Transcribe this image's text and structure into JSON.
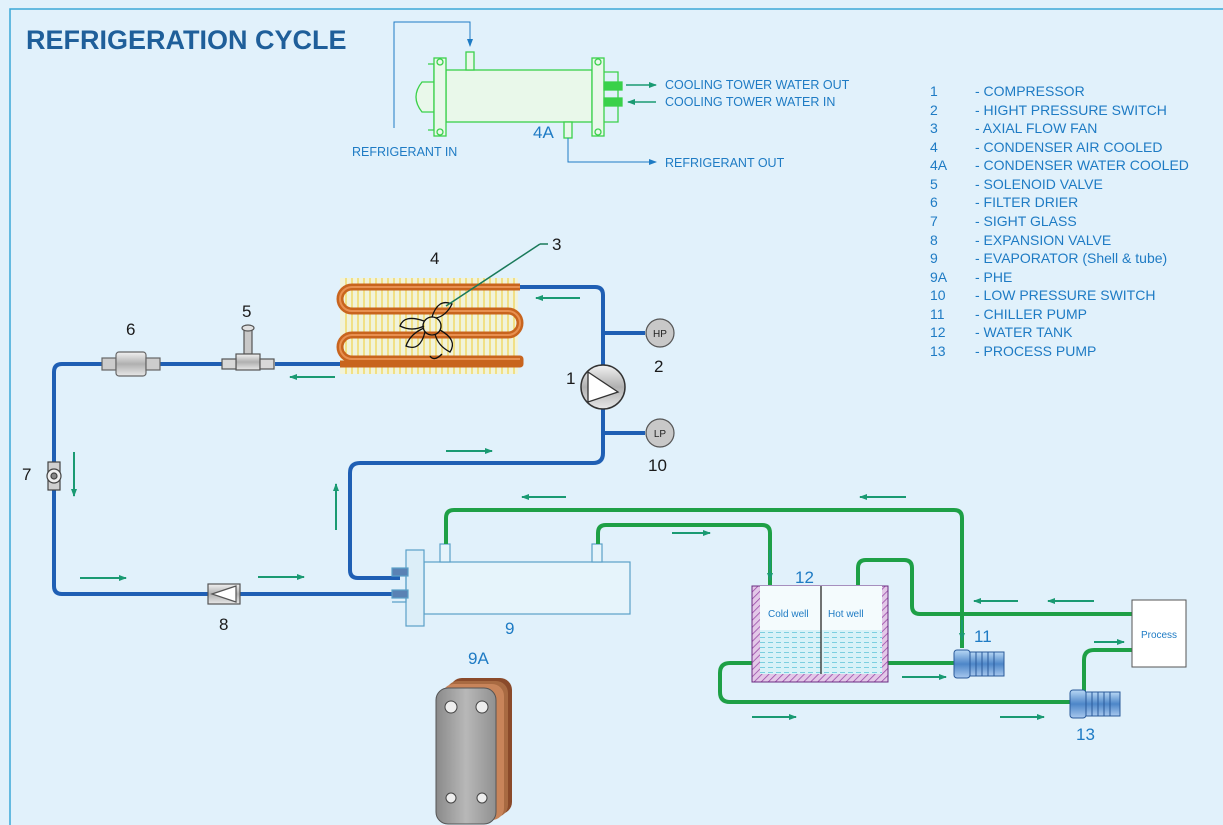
{
  "title": "REFRIGERATION CYCLE",
  "labels": {
    "refrigerant_in": "REFRIGERANT IN",
    "refrigerant_out": "REFRIGERANT OUT",
    "cooling_tower_water_out": "COOLING TOWER WATER OUT",
    "cooling_tower_water_in": "COOLING TOWER WATER IN",
    "cold_well": "Cold well",
    "hot_well": "Hot well",
    "process": "Process",
    "hp": "HP",
    "lp": "LP"
  },
  "numbers": {
    "n1": "1",
    "n2": "2",
    "n3": "3",
    "n4": "4",
    "n4a": "4A",
    "n5": "5",
    "n6": "6",
    "n7": "7",
    "n8": "8",
    "n9": "9",
    "n9a": "9A",
    "n10": "10",
    "n11": "11",
    "n12": "12",
    "n13": "13"
  },
  "legend": [
    {
      "num": "1",
      "text": "- COMPRESSOR"
    },
    {
      "num": "2",
      "text": "- HIGHT PRESSURE SWITCH"
    },
    {
      "num": "3",
      "text": "- AXIAL FLOW FAN"
    },
    {
      "num": "4",
      "text": "- CONDENSER AIR COOLED"
    },
    {
      "num": "4A",
      "text": "-  CONDENSER WATER COOLED"
    },
    {
      "num": "5",
      "text": "- SOLENOID VALVE"
    },
    {
      "num": "6",
      "text": "- FILTER DRIER"
    },
    {
      "num": "7",
      "text": "- SIGHT GLASS"
    },
    {
      "num": "8",
      "text": "- EXPANSION VALVE"
    },
    {
      "num": "9",
      "text": "- EVAPORATOR (Shell & tube)"
    },
    {
      "num": "9A",
      "text": "- PHE"
    },
    {
      "num": "10",
      "text": "- LOW PRESSURE SWITCH"
    },
    {
      "num": "11",
      "text": "- CHILLER PUMP"
    },
    {
      "num": "12",
      "text": "- WATER TANK"
    },
    {
      "num": "13",
      "text": "- PROCESS PUMP"
    }
  ],
  "colors": {
    "background": "#e1f1fb",
    "refrigerant_line": "#1f5fb4",
    "water_line": "#1ea046",
    "condenser_coil": "#c8641e",
    "fin_glow": "#f2c81e",
    "accent_text": "#1e7bc4",
    "flow_arrow": "#1a9a72"
  }
}
